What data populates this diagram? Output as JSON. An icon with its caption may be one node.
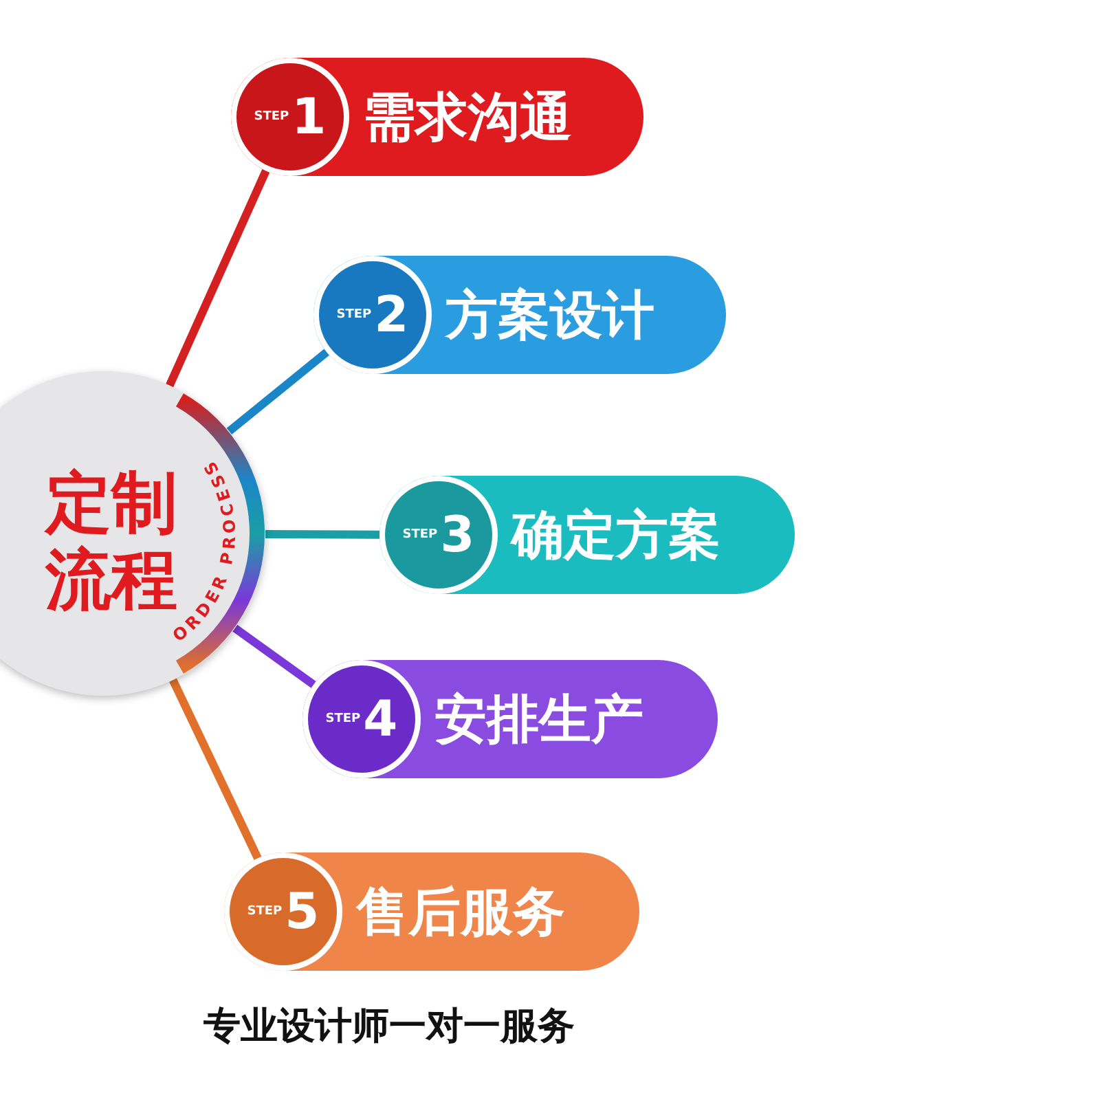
{
  "diagram": {
    "nodes": [
      {
        "text": [
          "定制流程",
          "ORDER PROCESS"
        ]
      },
      {
        "text": [
          "STEP",
          "1",
          "需求沟通"
        ]
      },
      {
        "text": [
          "STEP",
          "2",
          "方案设计"
        ]
      },
      {
        "text": [
          "STEP",
          "3",
          "确定方案"
        ]
      },
      {
        "text": [
          "STEP",
          "4",
          "安排生产"
        ]
      },
      {
        "text": [
          "STEP",
          "5",
          "售后服务"
        ]
      }
    ],
    "edges": [
      {
        "from": 0,
        "to": 1,
        "arrow": "none",
        "color": "#d42020"
      },
      {
        "from": 0,
        "to": 2,
        "arrow": "none",
        "color": "#1a86c8"
      },
      {
        "from": 0,
        "to": 3,
        "arrow": "none",
        "color": "#1a9fa5"
      },
      {
        "from": 0,
        "to": 4,
        "arrow": "none",
        "color": "#7a38d8"
      },
      {
        "from": 0,
        "to": 5,
        "arrow": "none",
        "color": "#e0702a"
      }
    ],
    "labels": [
      "专业设计师一对一服务"
    ]
  }
}
